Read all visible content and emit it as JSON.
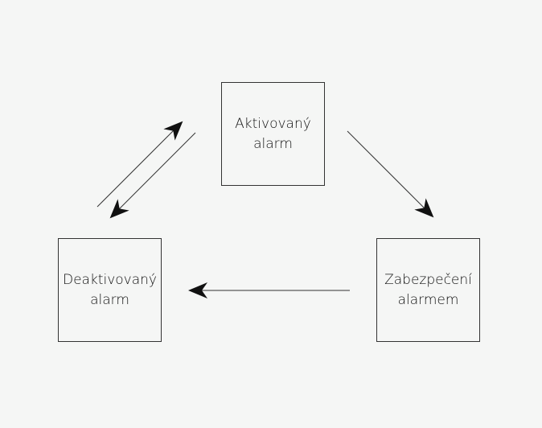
{
  "nodes": {
    "activated": {
      "label": "Aktivovaný\nalarm"
    },
    "deactivated": {
      "label": "Deaktivovaný\nalarm"
    },
    "secured": {
      "label": "Zabezpečení\nalarmem"
    }
  },
  "colors": {
    "background": "#f5f6f5",
    "stroke": "#333333",
    "arrowhead": "#111111",
    "text": "#111111"
  }
}
